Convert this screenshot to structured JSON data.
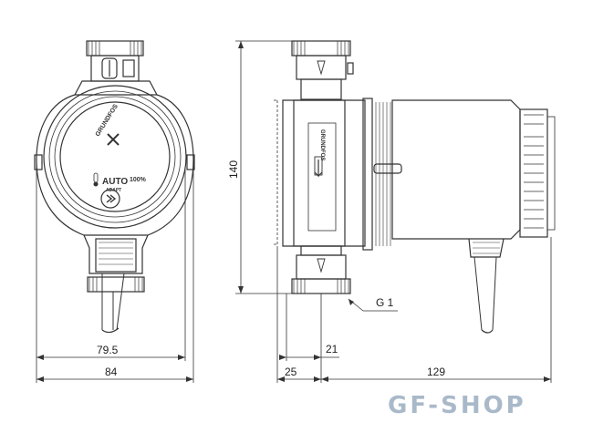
{
  "brand": "GRUNDFOS",
  "mode_label": "AUTO",
  "adapt_label": "ADAPT",
  "speed_label": "100%",
  "dimensions": {
    "front_width_inner": "79.5",
    "front_width_outer": "84",
    "height": "140",
    "thread_label": "G 1",
    "port_offset": "21",
    "port_width": "25",
    "body_length": "129"
  },
  "watermark": "GF-SHOP"
}
